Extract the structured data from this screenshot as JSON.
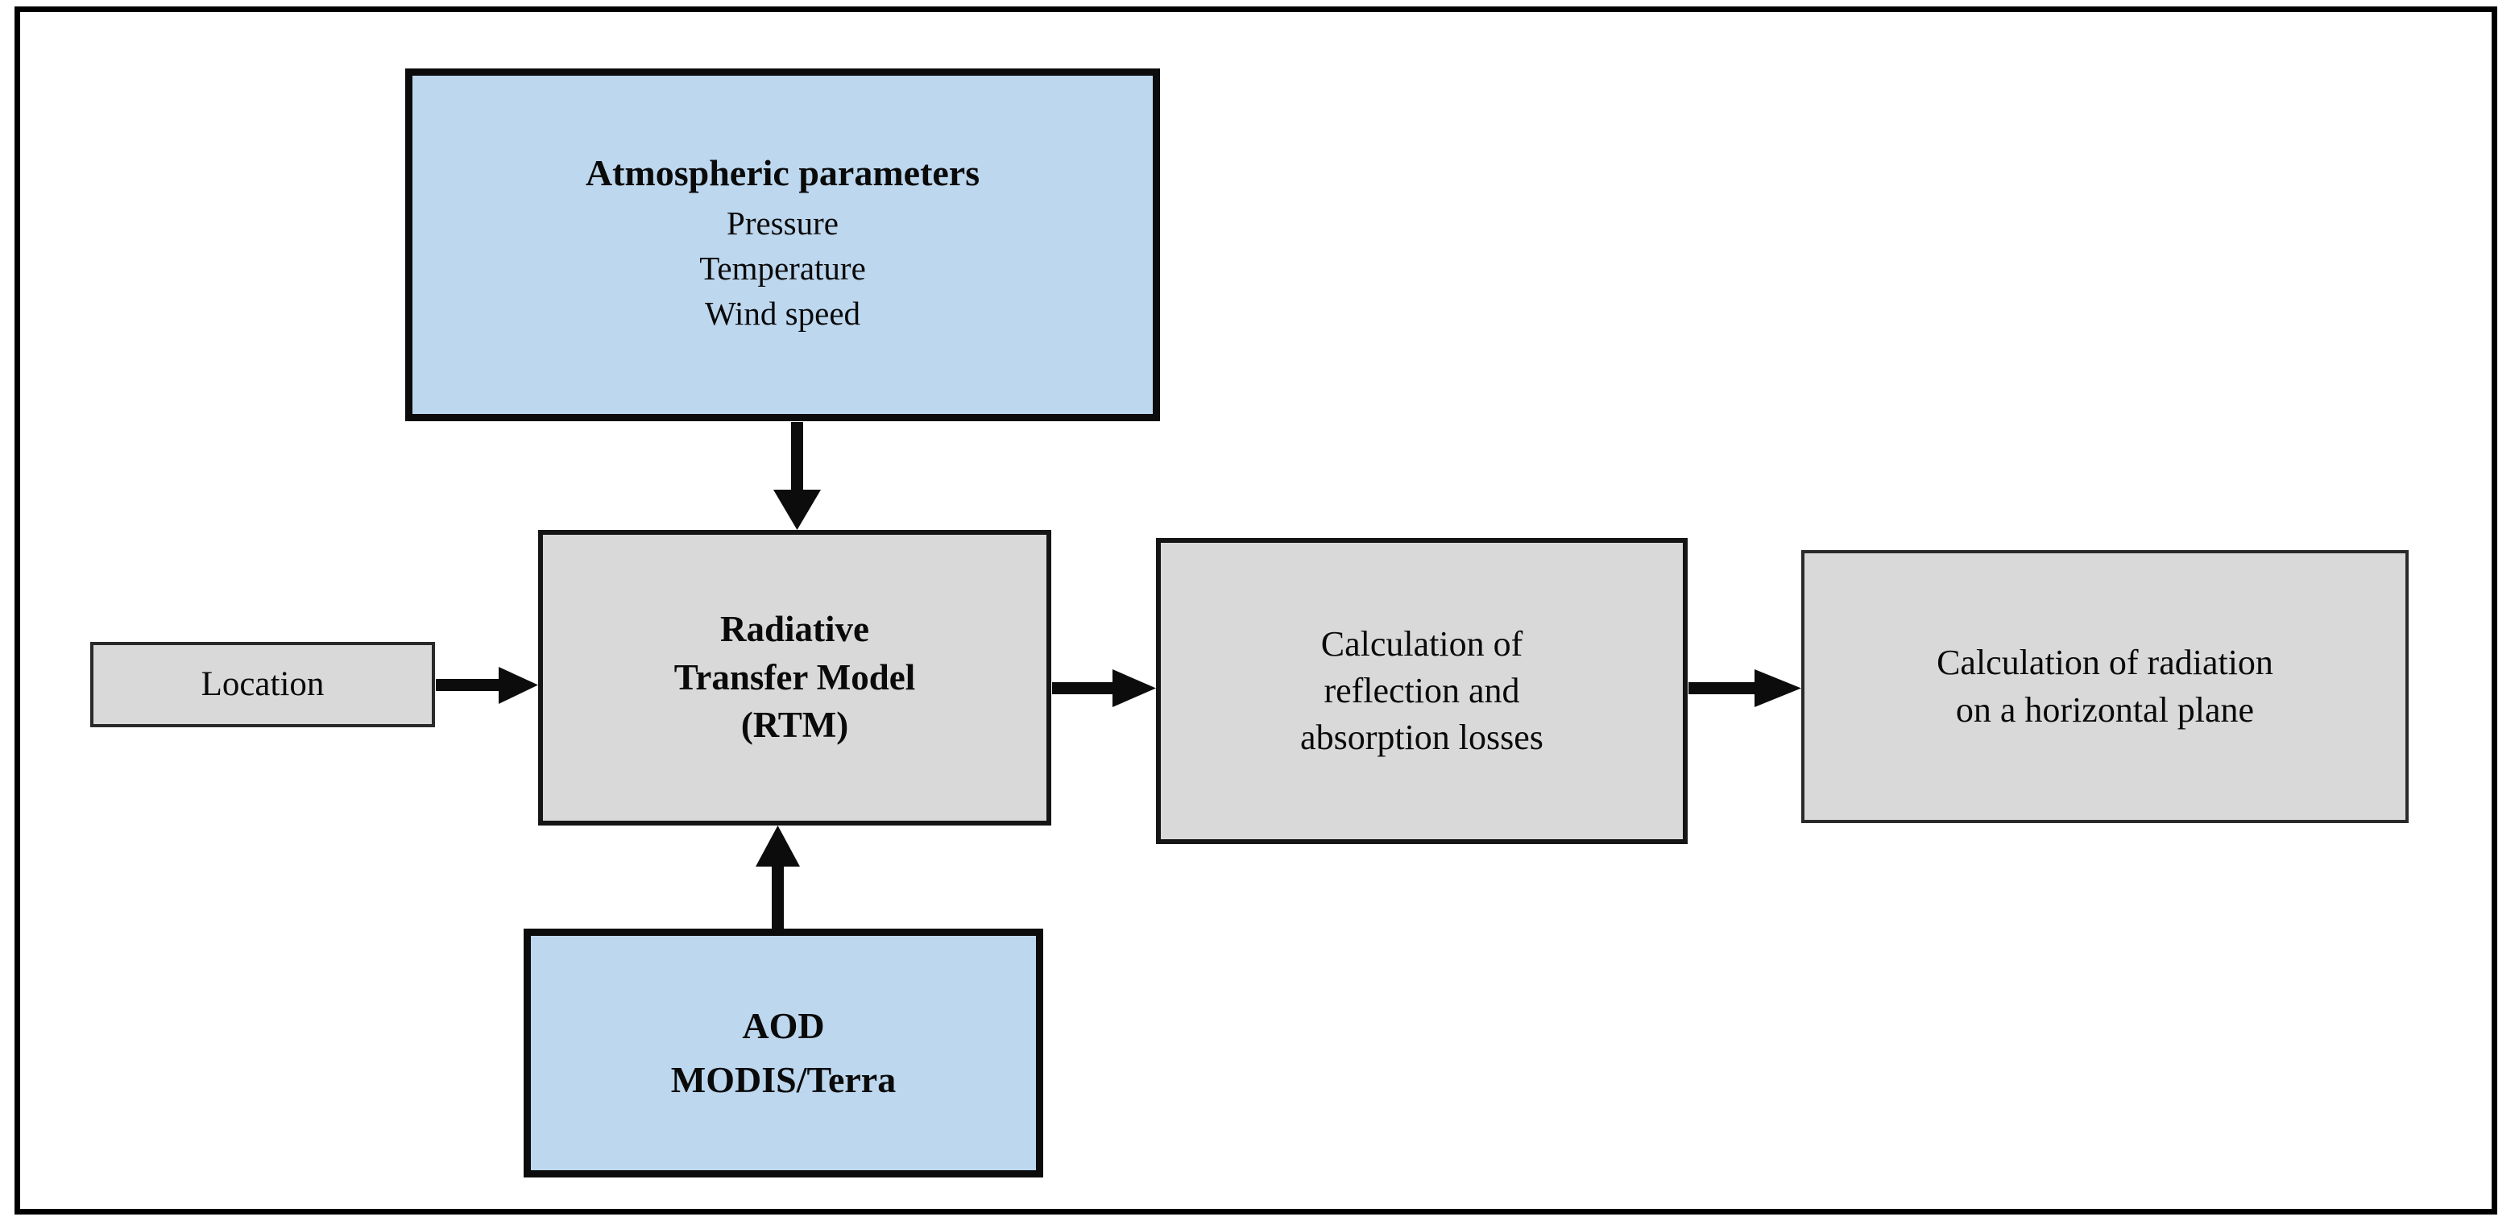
{
  "diagram": {
    "title_visible": false,
    "background": "#ffffff",
    "frame_color": "#000000",
    "palette": {
      "input_fill": "#bdd7ee",
      "process_fill": "#d9d9d9",
      "stroke": "#0c0c0c",
      "text": "#0a0a0a"
    },
    "nodes": {
      "atmospheric": {
        "title": "Atmospheric parameters",
        "items": [
          "Pressure",
          "Temperature",
          "Wind speed"
        ],
        "fill": "#bdd7ee",
        "kind": "input"
      },
      "location": {
        "label": "Location",
        "fill": "#d9d9d9",
        "kind": "input"
      },
      "aod": {
        "lines": [
          "AOD",
          "MODIS/Terra"
        ],
        "fill": "#bdd7ee",
        "kind": "input"
      },
      "rtm": {
        "lines": [
          "Radiative",
          "Transfer Model",
          "(RTM)"
        ],
        "fill": "#d9d9d9",
        "kind": "process"
      },
      "losses": {
        "lines": [
          "Calculation of",
          "reflection and",
          "absorption losses"
        ],
        "fill": "#d9d9d9",
        "kind": "process"
      },
      "horizontal": {
        "lines": [
          "Calculation of radiation",
          "on a horizontal plane"
        ],
        "fill": "#d9d9d9",
        "kind": "process"
      }
    },
    "edges": [
      {
        "name": "atmospheric-to-rtm",
        "from": "atmospheric",
        "to": "rtm",
        "direction": "down",
        "label": ""
      },
      {
        "name": "location-to-rtm",
        "from": "location",
        "to": "rtm",
        "direction": "right",
        "label": ""
      },
      {
        "name": "aod-to-rtm",
        "from": "aod",
        "to": "rtm",
        "direction": "up",
        "label": ""
      },
      {
        "name": "rtm-to-losses",
        "from": "rtm",
        "to": "losses",
        "direction": "right",
        "label": ""
      },
      {
        "name": "losses-to-horizontal",
        "from": "losses",
        "to": "horizontal",
        "direction": "right",
        "label": ""
      }
    ]
  }
}
